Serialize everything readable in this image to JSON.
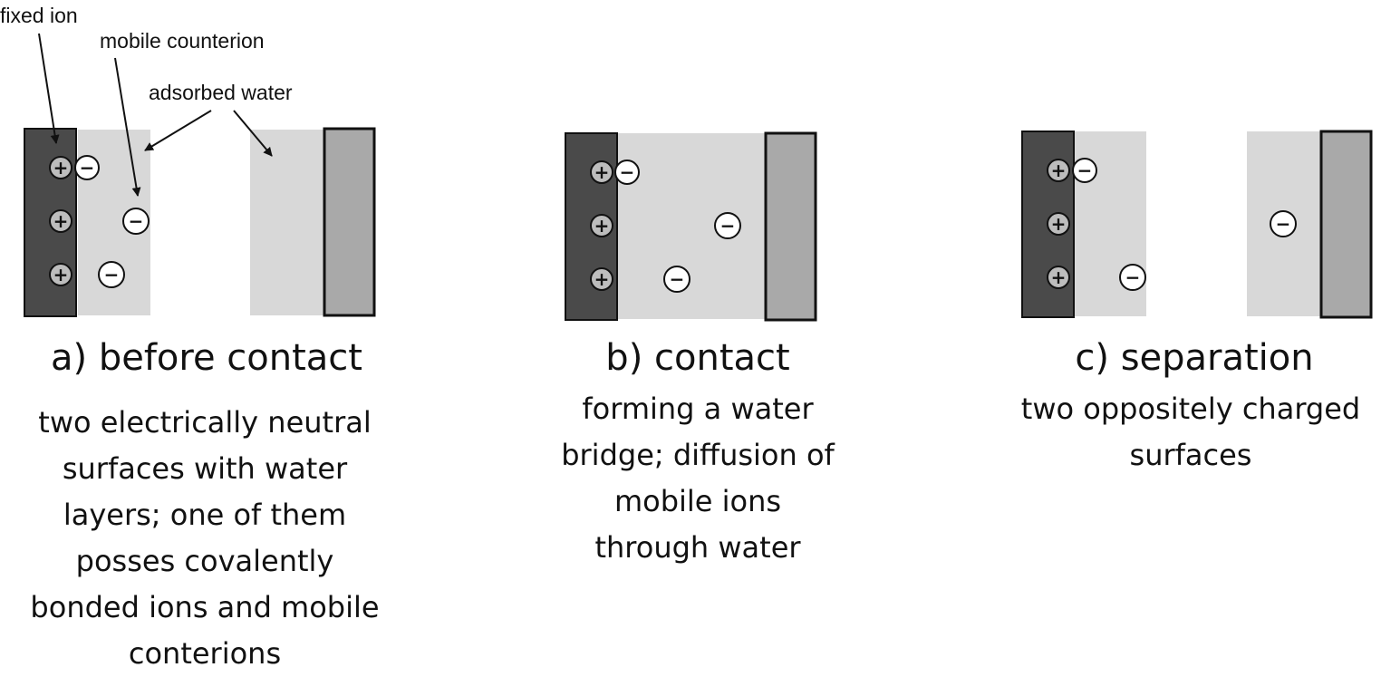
{
  "annotations": {
    "fixed_ion": "fixed ion",
    "mobile_counterion": "mobile counterion",
    "adsorbed_water": "adsorbed water"
  },
  "ion_symbols": {
    "positive": "+",
    "negative": "−"
  },
  "colors": {
    "fixed_surface": "#4a4a4a",
    "opposite_surface": "#a9a9a9",
    "water": "#d8d8d8",
    "fixed_ion_fill": "#bdbdbd",
    "mobile_ion_fill": "#ffffff",
    "outline": "#111111"
  },
  "panels": [
    {
      "title": "a) before contact",
      "description": "two electrically neutral\nsurfaces with water\nlayers; one of them\nposses covalently\nbonded ions and mobile\nconterions"
    },
    {
      "title": "b) contact",
      "description": "forming a water\nbridge; diffusion of\nmobile ions\nthrough water"
    },
    {
      "title": "c) separation",
      "description": "two oppositely charged\nsurfaces"
    }
  ]
}
